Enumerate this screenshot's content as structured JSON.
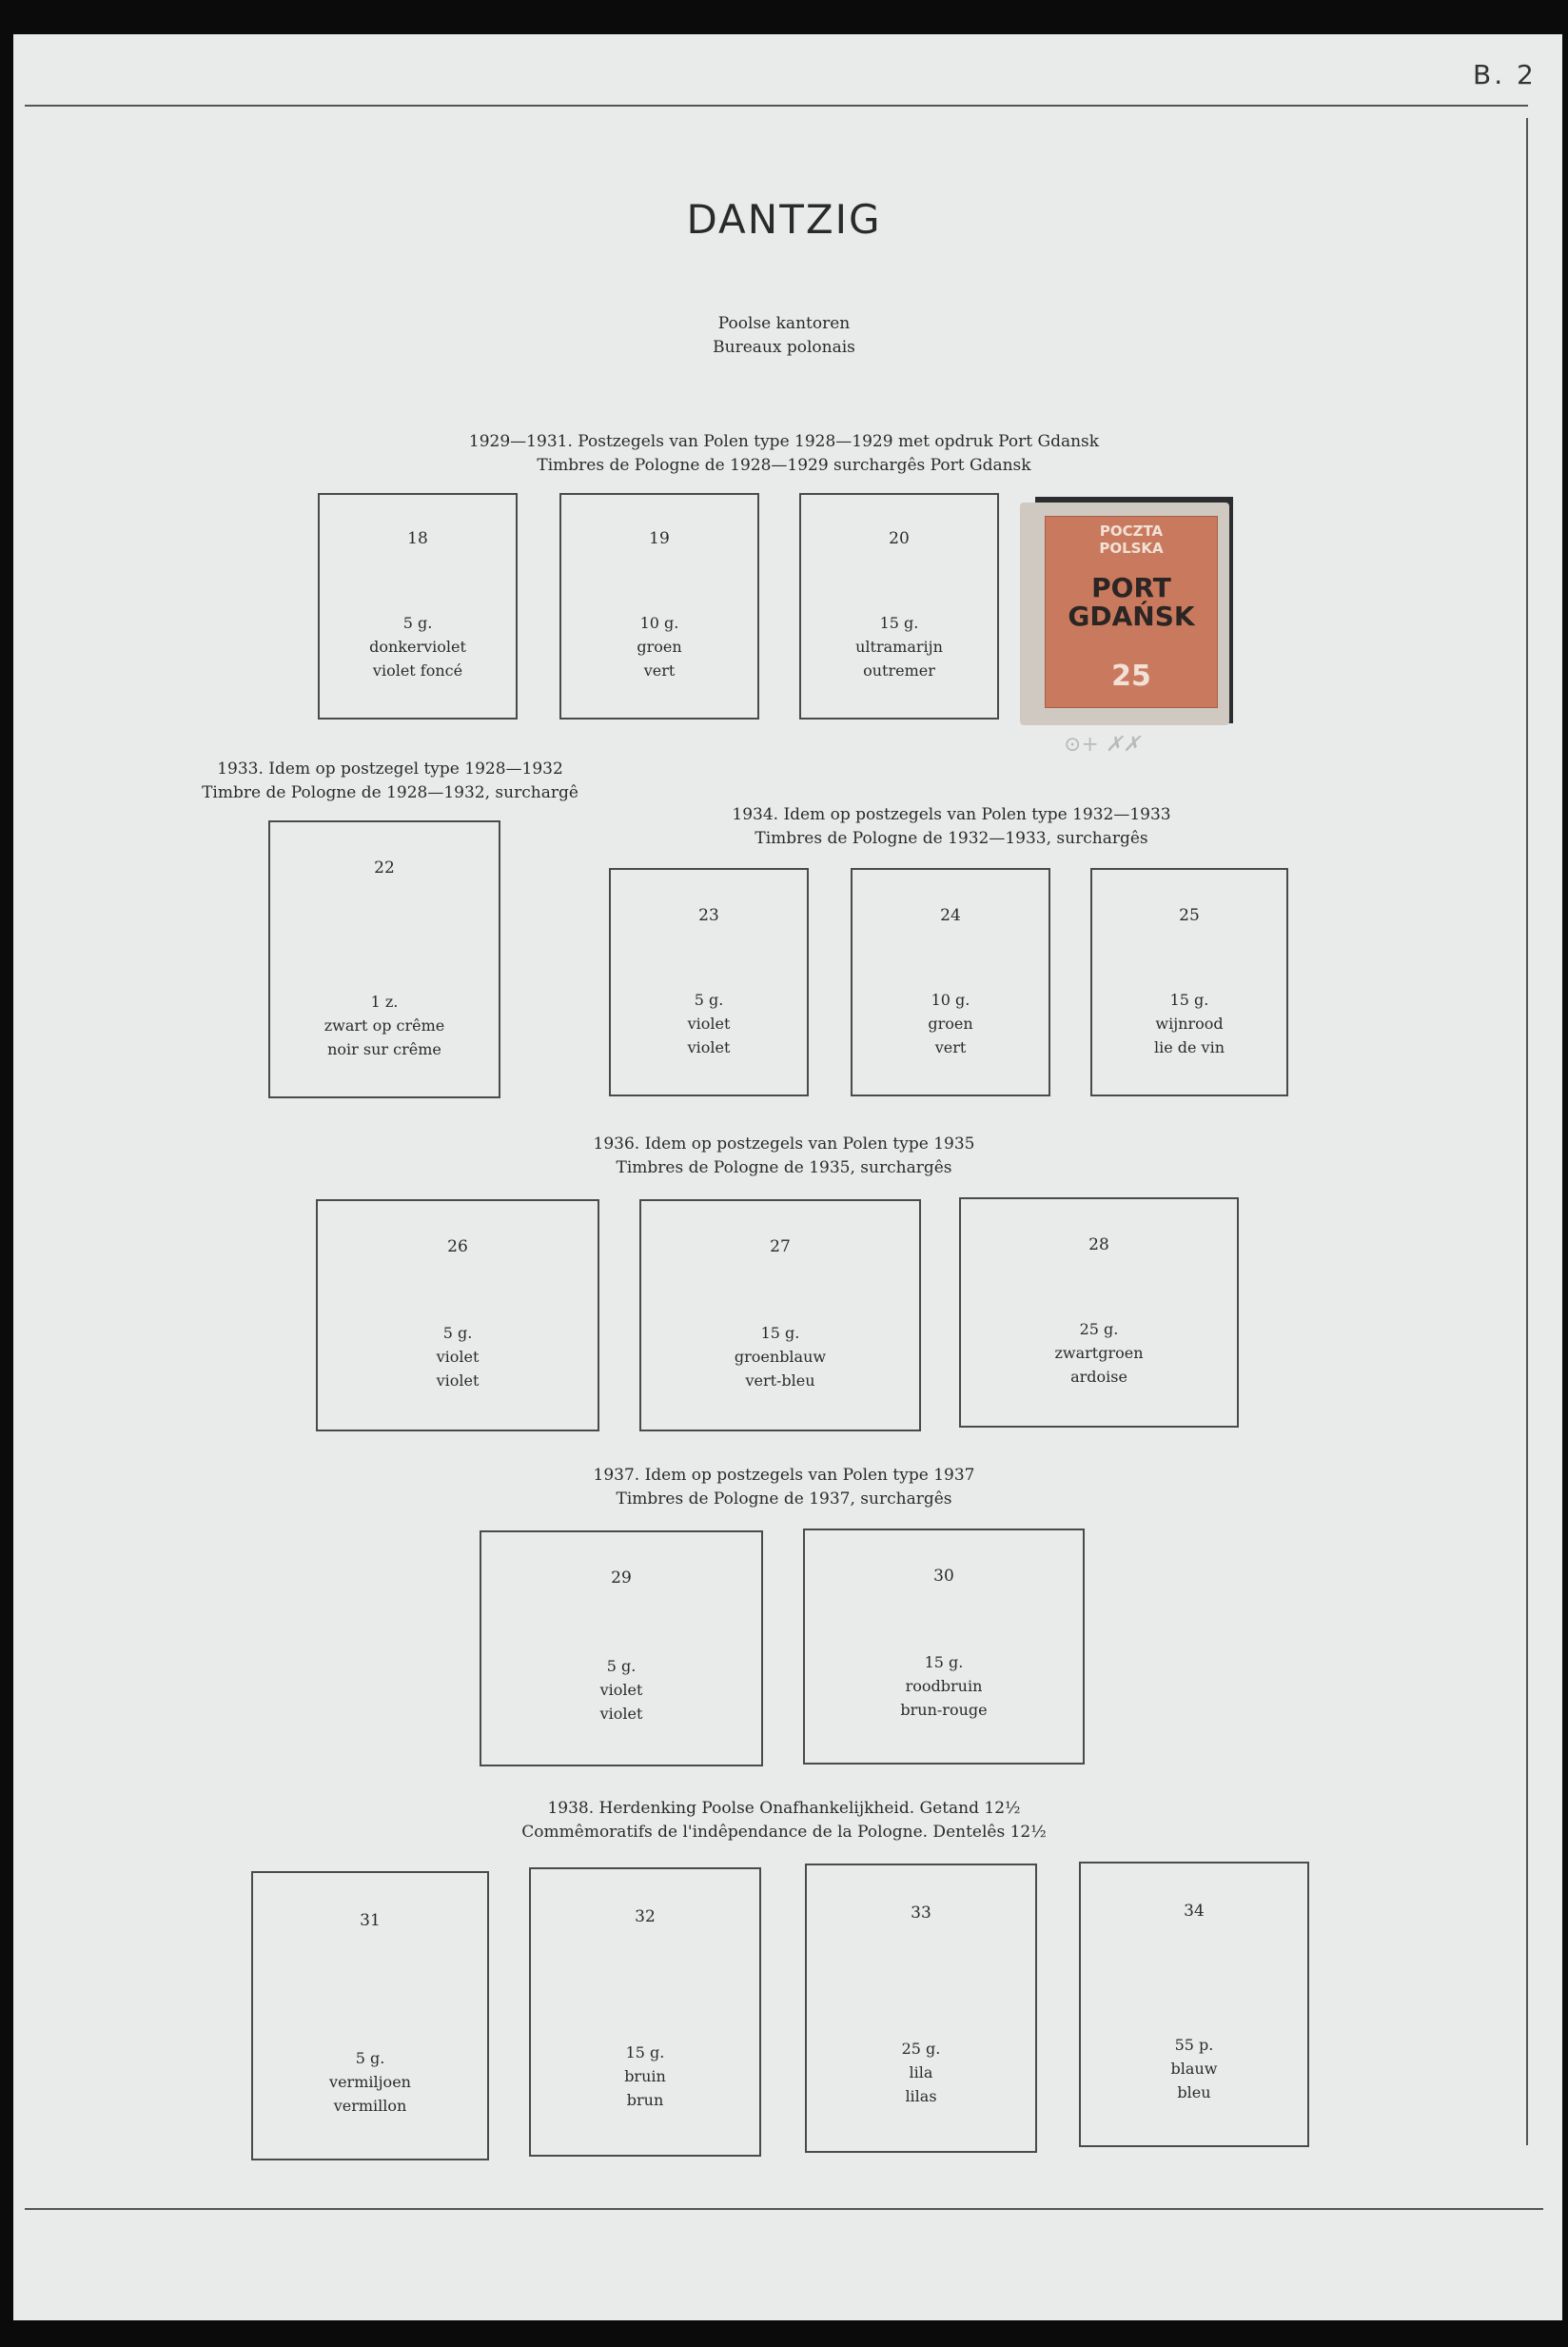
{
  "page_number": "B. 2",
  "title": "DANTZIG",
  "subtitle": [
    "Poolse kantoren",
    "Bureaux polonais"
  ],
  "sections": [
    {
      "caption": [
        "1929—1931. Postzegels van Polen type 1928—1929 met opdruk Port Gdansk",
        "Timbres de Pologne de 1928—1929 surchargês Port Gdansk"
      ],
      "stamps": [
        {
          "num": "18",
          "lines": [
            "5 g.",
            "donkerviolet",
            "violet foncé"
          ]
        },
        {
          "num": "19",
          "lines": [
            "10 g.",
            "groen",
            "vert"
          ]
        },
        {
          "num": "20",
          "lines": [
            "15 g.",
            "ultramarijn",
            "outremer"
          ]
        }
      ]
    },
    {
      "caption": [
        "1933. Idem op postzegel type 1928—1932",
        "Timbre de Pologne de 1928—1932, surchargê"
      ],
      "stamps": [
        {
          "num": "22",
          "lines": [
            "1 z.",
            "zwart op crême",
            "noir sur crême"
          ]
        }
      ]
    },
    {
      "caption": [
        "1934. Idem op postzegels van Polen type 1932—1933",
        "Timbres de Pologne de 1932—1933, surchargês"
      ],
      "stamps": [
        {
          "num": "23",
          "lines": [
            "5 g.",
            "violet",
            "violet"
          ]
        },
        {
          "num": "24",
          "lines": [
            "10 g.",
            "groen",
            "vert"
          ]
        },
        {
          "num": "25",
          "lines": [
            "15 g.",
            "wijnrood",
            "lie de vin"
          ]
        }
      ]
    },
    {
      "caption": [
        "1936. Idem op postzegels van Polen type 1935",
        "Timbres de Pologne de 1935, surchargês"
      ],
      "stamps": [
        {
          "num": "26",
          "lines": [
            "5 g.",
            "violet",
            "violet"
          ]
        },
        {
          "num": "27",
          "lines": [
            "15 g.",
            "groenblauw",
            "vert-bleu"
          ]
        },
        {
          "num": "28",
          "lines": [
            "25 g.",
            "zwartgroen",
            "ardoise"
          ]
        }
      ]
    },
    {
      "caption": [
        "1937. Idem op postzegels van Polen type 1937",
        "Timbres de Pologne de 1937, surchargês"
      ],
      "stamps": [
        {
          "num": "29",
          "lines": [
            "5 g.",
            "violet",
            "violet"
          ]
        },
        {
          "num": "30",
          "lines": [
            "15 g.",
            "roodbruin",
            "brun-rouge"
          ]
        }
      ]
    },
    {
      "caption": [
        "1938. Herdenking Poolse Onafhankelijkheid. Getand 12½",
        "Commêmoratifs de l'indêpendance de la Pologne. Dentelês 12½"
      ],
      "stamps": [
        {
          "num": "31",
          "lines": [
            "5 g.",
            "vermiljoen",
            "vermillon"
          ]
        },
        {
          "num": "32",
          "lines": [
            "15 g.",
            "bruin",
            "brun"
          ]
        },
        {
          "num": "33",
          "lines": [
            "25 g.",
            "lila",
            "lilas"
          ]
        },
        {
          "num": "34",
          "lines": [
            "55 p.",
            "blauw",
            "bleu"
          ]
        }
      ]
    }
  ],
  "mounted_stamp": {
    "top_text": [
      "POCZTA",
      "POLSKA"
    ],
    "overprint": [
      "PORT",
      "GDAŃSK"
    ],
    "value": "25"
  },
  "pencil_note": "⊙+ ✗✗"
}
